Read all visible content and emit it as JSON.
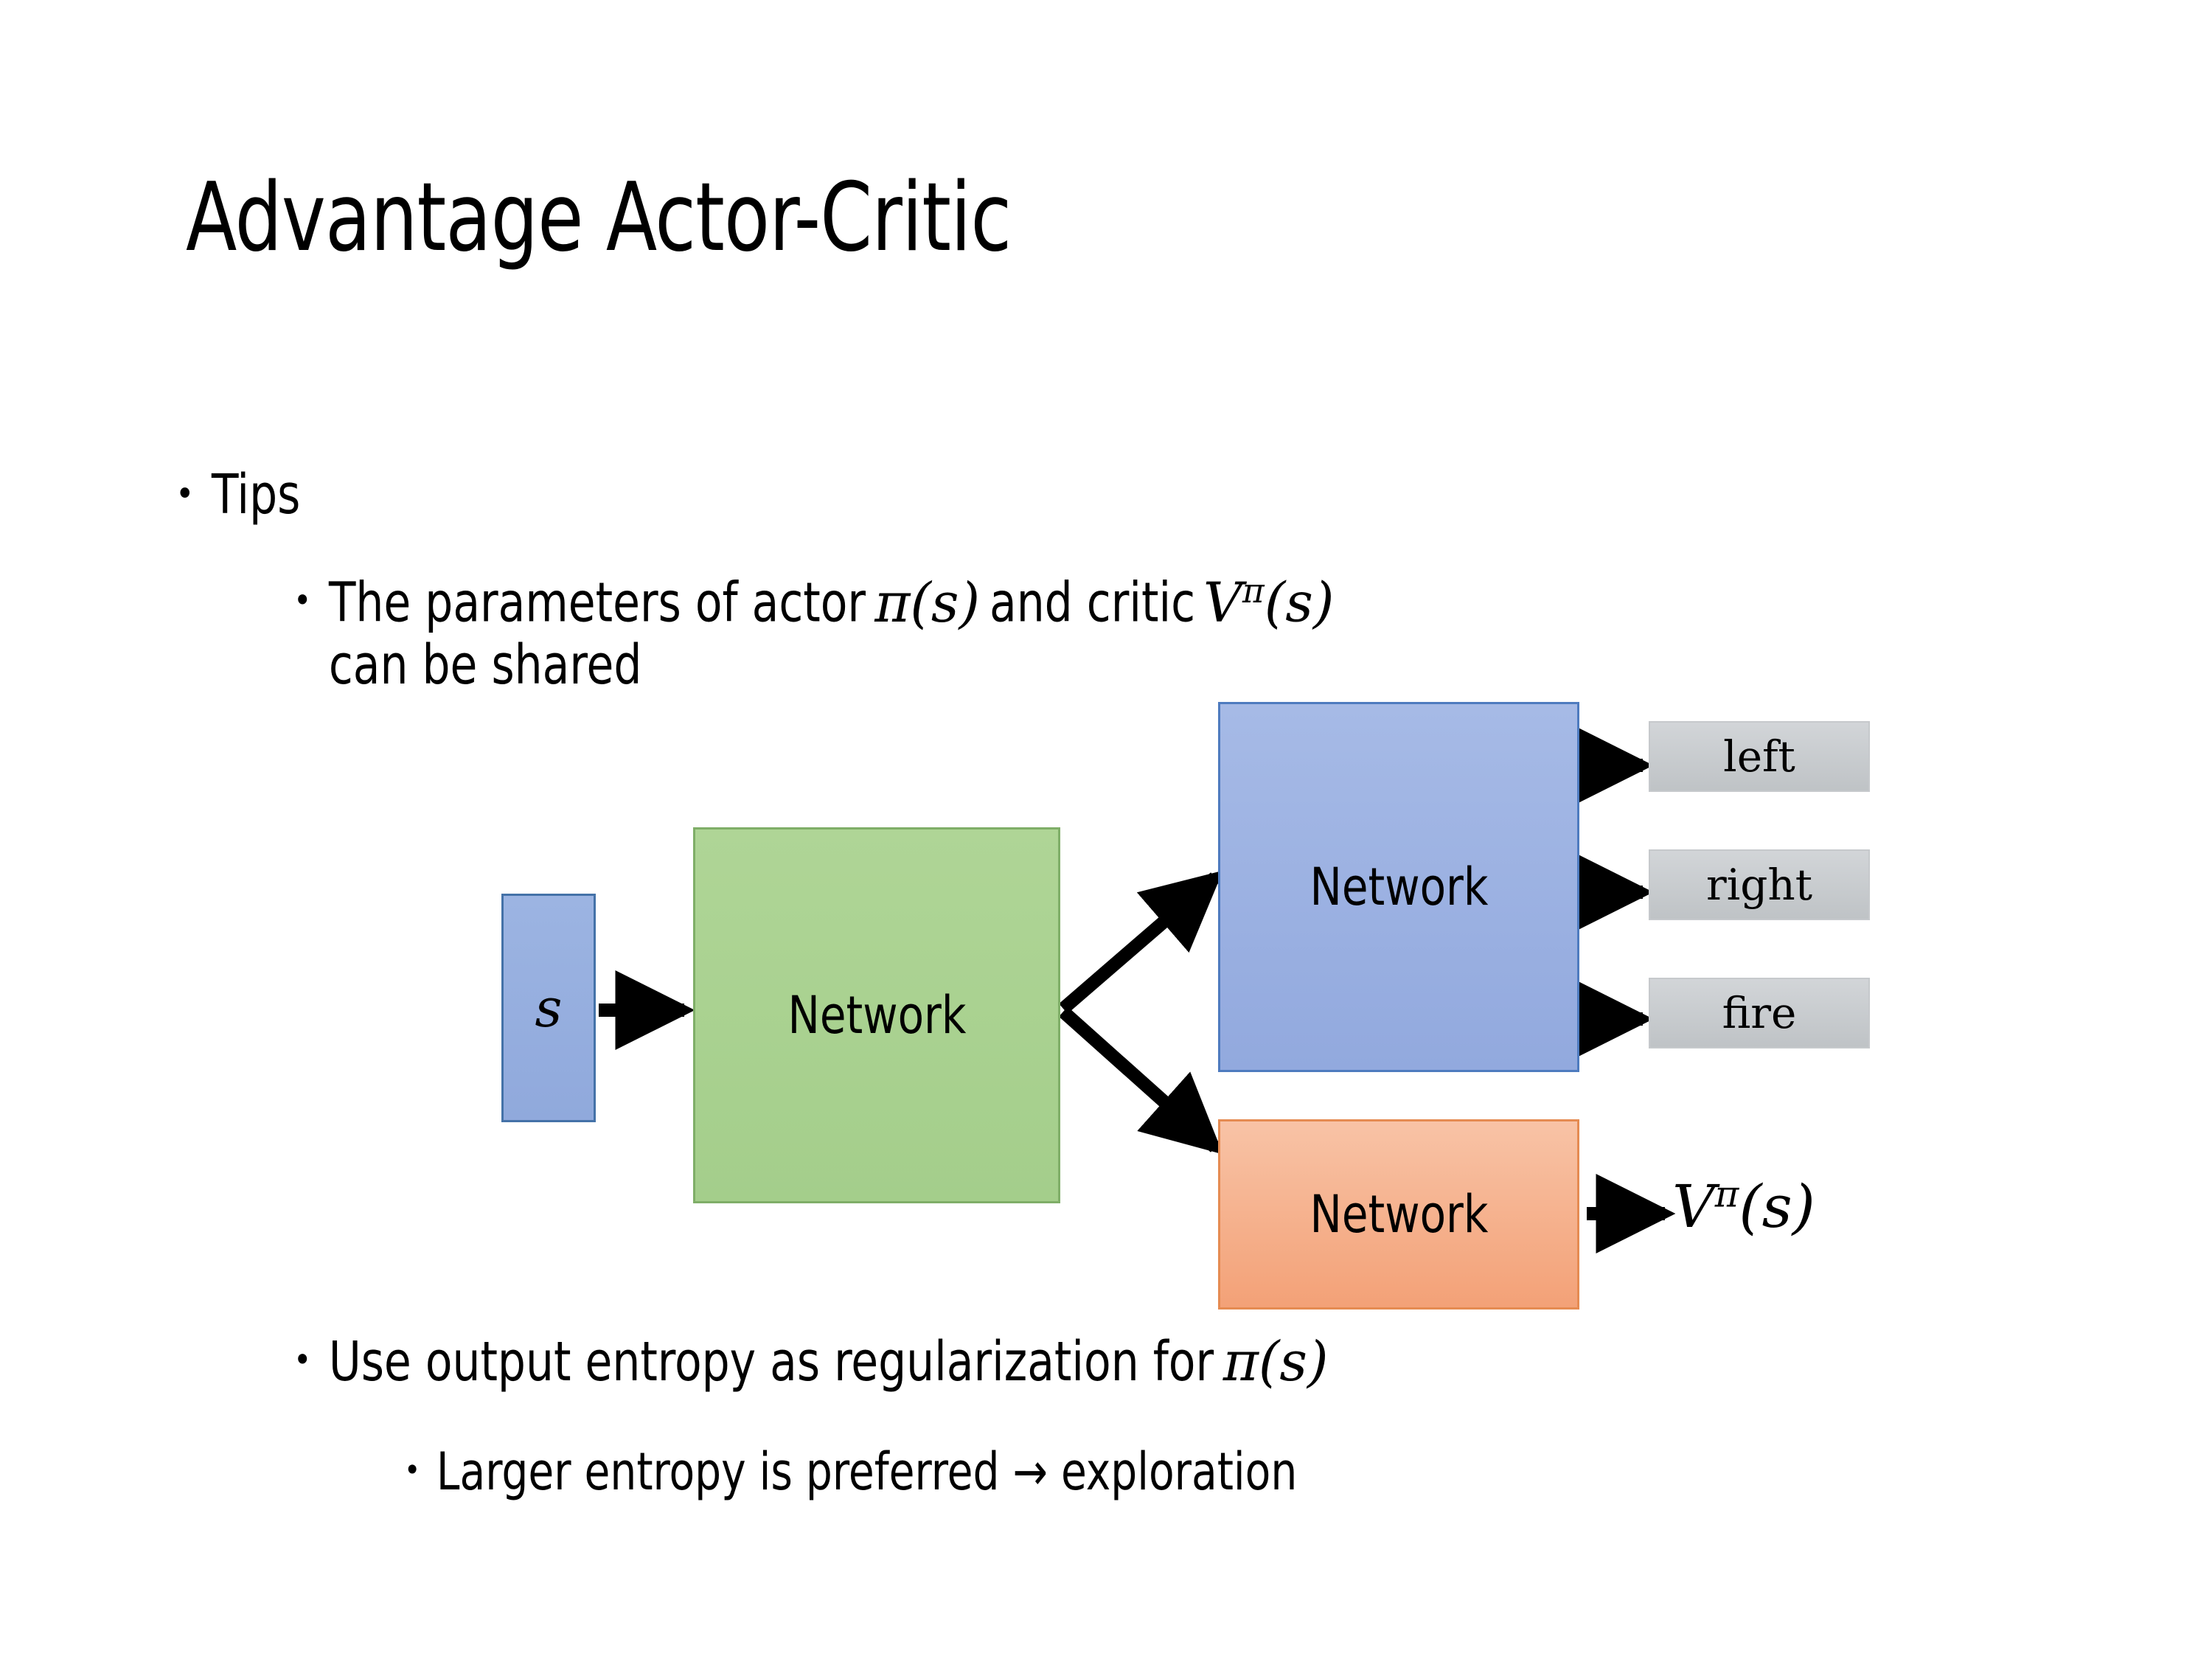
{
  "slide": {
    "title": "Advantage Actor-Critic",
    "background_color": "#FFFFFF"
  },
  "bullets": {
    "tips": {
      "marker": "•",
      "text": "Tips"
    },
    "params": {
      "marker": "•",
      "text_before_math": "The parameters of actor ",
      "math_actor": "π(s)",
      "text_middle": "  and critic ",
      "math_critic_base": "V",
      "math_critic_sup": "π",
      "math_critic_arg": "(s)",
      "text_line2": "can be shared"
    },
    "entropy": {
      "marker": "•",
      "text_before_math": "Use output entropy as regularization for ",
      "math_actor": "π(s)"
    },
    "larger": {
      "marker": "•",
      "text": "Larger entropy is preferred → exploration"
    }
  },
  "diagram": {
    "input_node": {
      "label": "s",
      "fill": "#95AEDE",
      "border": "#4472A8"
    },
    "shared_network": {
      "label": "Network",
      "fill": "#A9D18E",
      "border": "#7FAE68"
    },
    "actor_network": {
      "label": "Network",
      "fill": "#9BB0E0",
      "border": "#4E7BBF"
    },
    "critic_network": {
      "label": "Network",
      "fill": "#F4A67E",
      "border": "#E58B52"
    },
    "actions": [
      {
        "label": "left",
        "fill": "#C8CBCE"
      },
      {
        "label": "right",
        "fill": "#C8CBCE"
      },
      {
        "label": "fire",
        "fill": "#C8CBCE"
      }
    ],
    "critic_output": {
      "base": "V",
      "superscript": "π",
      "argument": "(s)"
    },
    "arrow_color": "#000000"
  }
}
